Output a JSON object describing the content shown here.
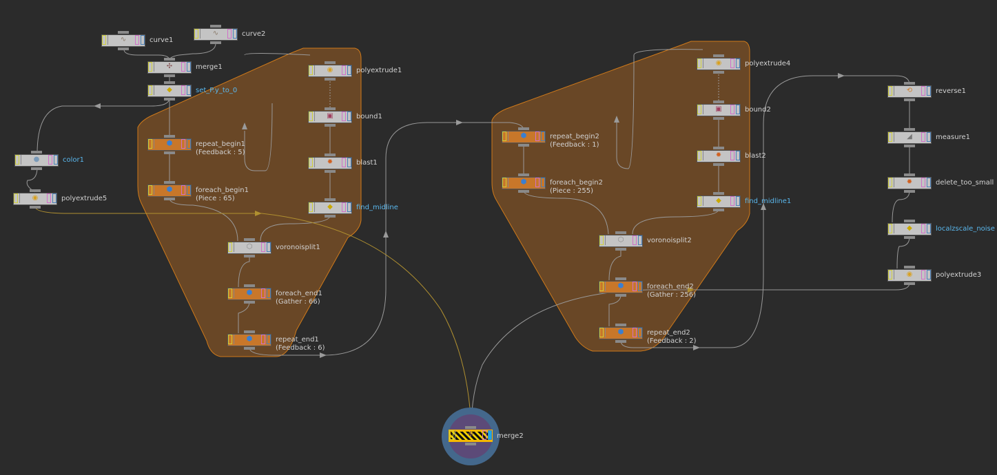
{
  "network": {
    "nodes": [
      {
        "name": "curve1",
        "icon": "curve-icon",
        "type": "gray"
      },
      {
        "name": "curve2",
        "icon": "curve-icon",
        "type": "gray"
      },
      {
        "name": "merge1",
        "icon": "merge-icon",
        "type": "gray"
      },
      {
        "name": "set_P.y_to_0",
        "icon": "wrangle-icon",
        "type": "gray",
        "highlight": true
      },
      {
        "name": "color1",
        "icon": "color-icon",
        "type": "gray",
        "highlight": true
      },
      {
        "name": "polyextrude5",
        "icon": "polyextrude-icon",
        "type": "gray"
      },
      {
        "name": "repeat_begin1",
        "sub": "(Feedback : 5)",
        "icon": "block-icon",
        "type": "orange"
      },
      {
        "name": "foreach_begin1",
        "sub": "(Piece : 65)",
        "icon": "block-icon",
        "type": "orange"
      },
      {
        "name": "polyextrude1",
        "icon": "polyextrude-icon",
        "type": "gray"
      },
      {
        "name": "bound1",
        "icon": "bound-icon",
        "type": "gray"
      },
      {
        "name": "blast1",
        "icon": "blast-icon",
        "type": "gray"
      },
      {
        "name": "find_midline",
        "icon": "wrangle-icon",
        "type": "gray",
        "highlight": true
      },
      {
        "name": "voronoisplit1",
        "icon": "voronoi-icon",
        "type": "gray"
      },
      {
        "name": "foreach_end1",
        "sub": "(Gather : 66)",
        "icon": "block-icon",
        "type": "orange"
      },
      {
        "name": "repeat_end1",
        "sub": "(Feedback : 6)",
        "icon": "block-icon",
        "type": "orange"
      },
      {
        "name": "repeat_begin2",
        "sub": "(Feedback : 1)",
        "icon": "block-icon",
        "type": "orange"
      },
      {
        "name": "foreach_begin2",
        "sub": "(Piece : 255)",
        "icon": "block-icon",
        "type": "orange"
      },
      {
        "name": "polyextrude4",
        "icon": "polyextrude-icon",
        "type": "gray"
      },
      {
        "name": "bound2",
        "icon": "bound-icon",
        "type": "gray"
      },
      {
        "name": "blast2",
        "icon": "blast-icon",
        "type": "gray"
      },
      {
        "name": "find_midline1",
        "icon": "wrangle-icon",
        "type": "gray",
        "highlight": true
      },
      {
        "name": "voronoisplit2",
        "icon": "voronoi-icon",
        "type": "gray"
      },
      {
        "name": "foreach_end2",
        "sub": "(Gather : 256)",
        "icon": "block-icon",
        "type": "orange"
      },
      {
        "name": "repeat_end2",
        "sub": "(Feedback : 2)",
        "icon": "block-icon",
        "type": "orange"
      },
      {
        "name": "reverse1",
        "icon": "reverse-icon",
        "type": "gray"
      },
      {
        "name": "measure1",
        "icon": "measure-icon",
        "type": "gray"
      },
      {
        "name": "delete_too_small",
        "icon": "blast-icon",
        "type": "gray"
      },
      {
        "name": "localzscale_noise",
        "icon": "wrangle-icon",
        "type": "gray",
        "highlight": true
      },
      {
        "name": "polyextrude3",
        "icon": "polyextrude-icon",
        "type": "gray"
      },
      {
        "name": "merge2",
        "icon": "merge-icon",
        "type": "selected"
      }
    ]
  },
  "colors": {
    "background": "#2b2b2b",
    "block": "#c8772a",
    "highlight_label": "#5ab8ee",
    "display_flag": "#1aa8e8"
  }
}
